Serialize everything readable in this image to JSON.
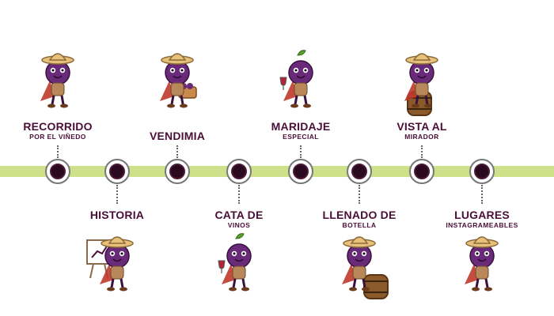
{
  "colors": {
    "band": "#cfe08a",
    "text": "#4a0e37",
    "grape": "#6a2a7a",
    "hat": "#e7c07a",
    "cape": "#c0392b"
  },
  "stops": [
    {
      "title": "RECORRIDO",
      "subtitle": "POR EL VIÑEDO",
      "position": "top",
      "mascot": "grape-reading-map-icon"
    },
    {
      "title": "HISTORIA",
      "subtitle": "",
      "position": "bottom",
      "mascot": "grape-presenting-chart-icon"
    },
    {
      "title": "VENDIMIA",
      "subtitle": "",
      "position": "top",
      "mascot": "grape-with-basket-icon"
    },
    {
      "title": "CATA DE",
      "subtitle": "VINOS",
      "position": "bottom",
      "mascot": "grape-with-wineglass-icon"
    },
    {
      "title": "MARIDAJE",
      "subtitle": "ESPECIAL",
      "position": "top",
      "mascot": "grape-with-wine-and-food-icon"
    },
    {
      "title": "LLENADO DE",
      "subtitle": "BOTELLA",
      "position": "bottom",
      "mascot": "grape-filling-bottle-icon"
    },
    {
      "title": "VISTA AL",
      "subtitle": "MIRADOR",
      "position": "top",
      "mascot": "grape-on-barrel-icon"
    },
    {
      "title": "LUGARES",
      "subtitle": "INSTAGRAMEABLES",
      "position": "bottom",
      "mascot": "grape-taking-selfie-icon"
    }
  ]
}
